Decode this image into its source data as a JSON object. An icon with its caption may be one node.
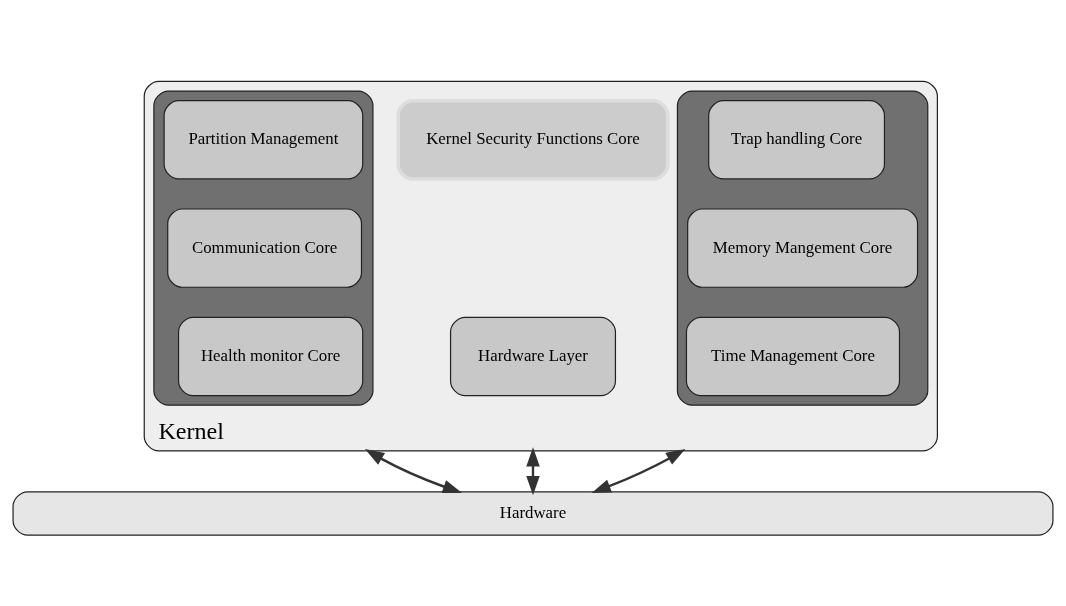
{
  "diagram": {
    "nodes": [
      {
        "text": [
          "Kernel"
        ]
      },
      {
        "text": [],
        "shape": "box",
        "in": 0
      },
      {
        "text": [
          "Partition Management"
        ],
        "in": 1
      },
      {
        "text": [
          "Communication Core"
        ],
        "in": 1
      },
      {
        "text": [
          "Health monitor Core"
        ],
        "in": 1
      },
      {
        "text": [
          "Kernel Security Functions Core"
        ],
        "in": 0
      },
      {
        "text": [
          "Hardware Layer"
        ],
        "in": 0
      },
      {
        "text": [],
        "shape": "box",
        "in": 0
      },
      {
        "text": [
          "Trap handling Core"
        ],
        "in": 7
      },
      {
        "text": [
          "Memory Mangement Core"
        ],
        "in": 7
      },
      {
        "text": [
          "Time Management Core"
        ],
        "in": 7
      },
      {
        "text": [
          "Hardware"
        ]
      }
    ],
    "edges": [
      {
        "from": 0,
        "to": 11,
        "arrow": "both"
      },
      {
        "from": 0,
        "to": 11,
        "arrow": "both"
      },
      {
        "from": 0,
        "to": 11,
        "arrow": "both"
      }
    ]
  }
}
